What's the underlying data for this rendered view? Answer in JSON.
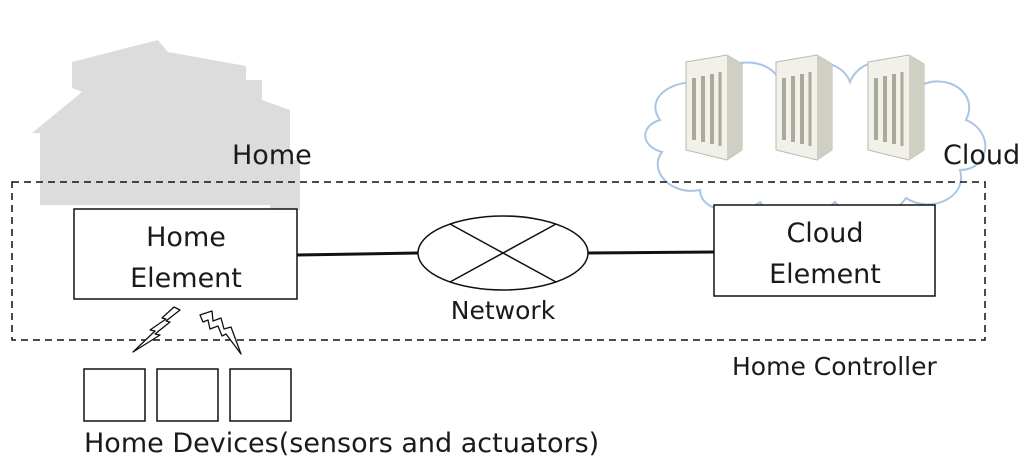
{
  "labels": {
    "home": "Home",
    "cloud": "Cloud",
    "home_element_line1": "Home",
    "home_element_line2": "Element",
    "cloud_element_line1": "Cloud",
    "cloud_element_line2": "Element",
    "network": "Network",
    "home_controller": "Home Controller",
    "home_devices": "Home Devices(sensors and actuators)"
  },
  "icons": {
    "house": "house-silhouette-icon",
    "server": "server-rack-icon",
    "cloud": "cloud-icon",
    "network": "network-switch-icon",
    "wireless": "lightning-bolt-icon"
  },
  "colors": {
    "house": "#dcdcdc",
    "cloud_fill": "#ffffff",
    "cloud_stroke": "#a8c6e4",
    "server_light": "#f1f1ea",
    "server_shade": "#cfcfc4",
    "line": "#111111"
  }
}
